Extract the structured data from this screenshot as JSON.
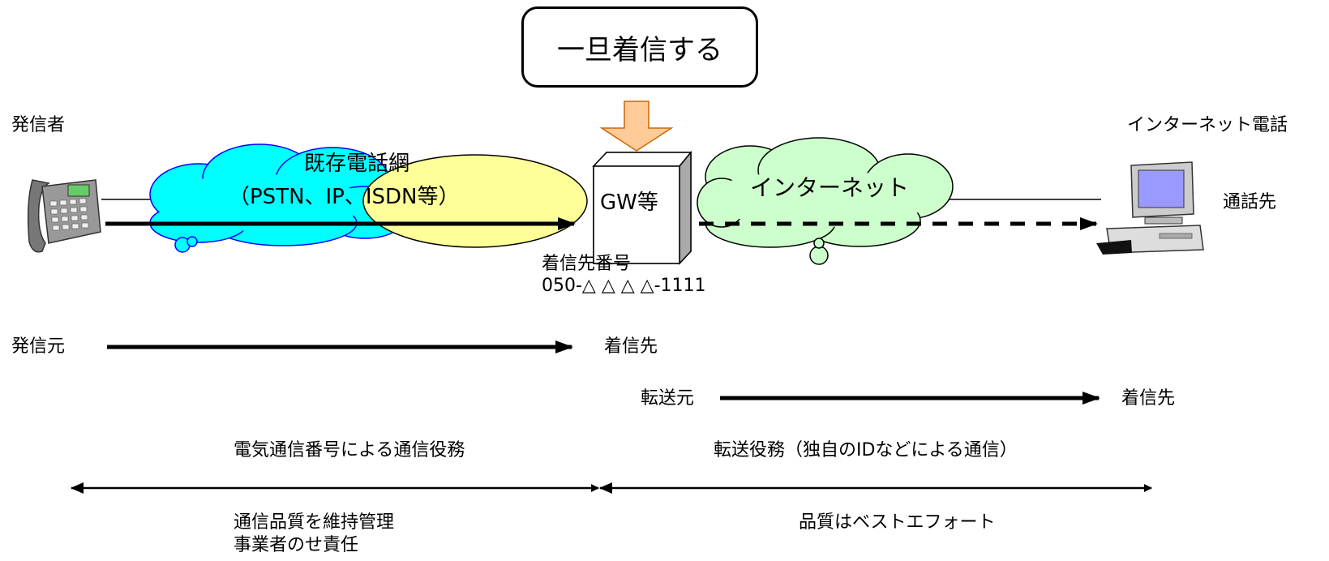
{
  "callout": "一旦着信する",
  "labels": {
    "caller_top": "発信者",
    "ip_phone_top": "インターネット電話",
    "network_title": "既存電話網",
    "network_sub": "（PSTN、IP、ISDN等）",
    "gw": "GW等",
    "internet": "インターネット",
    "callee_right": "通話先",
    "dest_number_title": "着信先番号",
    "dest_number": "050-△ △ △ △-1111",
    "src_left": "発信元",
    "dest_mid": "着信先",
    "transfer_src": "転送元",
    "dest_right": "着信先",
    "service_left": "電気通信番号による通信役務",
    "service_right": "転送役務（独自のIDなどによる通信）",
    "quality_left_1": "通信品質を維持管理",
    "quality_left_2": "事業者のせ責任",
    "quality_right": "品質はベストエフォート"
  },
  "colors": {
    "pstn_cloud": "#00ffff",
    "ip_ellipse": "#ffff99",
    "internet_cloud": "#ccffcc",
    "arrow_callout": "#ffcc99",
    "monitor_screen": "#9999ff"
  }
}
